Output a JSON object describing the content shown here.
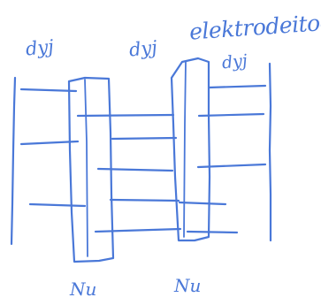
{
  "title": "elektrodeitoo",
  "top_labels": [
    "dyj",
    "dyj",
    "dyj"
  ],
  "bottom_labels": [
    "Nu",
    "Nu"
  ],
  "ink_color": "#4a78d8"
}
